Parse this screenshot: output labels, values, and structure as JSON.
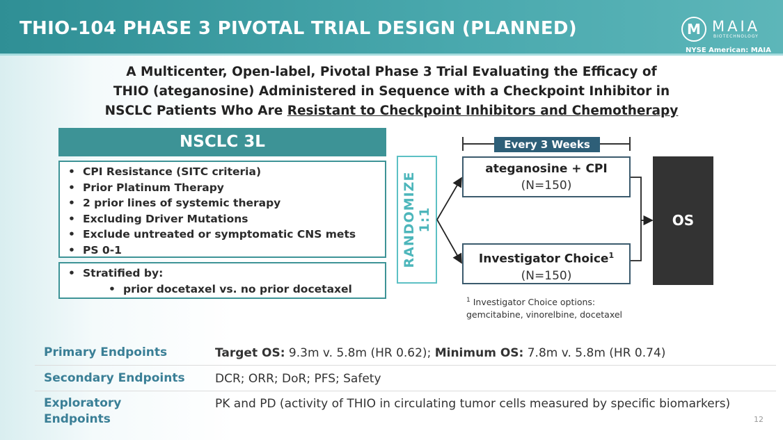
{
  "header": {
    "title": "THIO-104 PHASE 3 PIVOTAL TRIAL DESIGN (PLANNED)",
    "logo_text": "MAIA",
    "logo_sub": "BIOTECHNOLOGY",
    "exchange": "NYSE American: MAIA"
  },
  "subtitle": {
    "line1": "A Multicenter, Open-label, Pivotal Phase 3 Trial Evaluating the Efficacy of",
    "line2": "THIO (ateganosine) Administered in Sequence with a Checkpoint Inhibitor in",
    "line3_prefix": "NSCLC Patients Who Are ",
    "line3_underlined": "Resistant to Checkpoint Inhibitors and Chemotherapy"
  },
  "population": {
    "title": "NSCLC 3L",
    "criteria": [
      "CPI Resistance (SITC criteria)",
      "Prior Platinum Therapy",
      "2 prior lines of systemic therapy",
      "Excluding Driver Mutations",
      "Exclude untreated or symptomatic CNS mets",
      "PS 0-1"
    ],
    "stratified_label": "Stratified by:",
    "stratified_item": "prior docetaxel vs. no prior docetaxel"
  },
  "design": {
    "randomize": "RANDOMIZE",
    "ratio": "1:1",
    "cycle": "Every 3 Weeks",
    "arm1": {
      "name": "ateganosine + CPI",
      "n": "(N=150)"
    },
    "arm2": {
      "name": "Investigator Choice",
      "sup": "1",
      "n": "(N=150)"
    },
    "endpoint": "OS",
    "footnote_sup": "1",
    "footnote_line1": "Investigator Choice options:",
    "footnote_line2": "gemcitabine, vinorelbine, docetaxel"
  },
  "endpoints": {
    "primary": {
      "label": "Primary Endpoints",
      "t1": "Target OS:",
      "v1": " 9.3m v. 5.8m (HR 0.62); ",
      "t2": "Minimum OS:",
      "v2": " 7.8m v. 5.8m (HR 0.74)"
    },
    "secondary": {
      "label": "Secondary Endpoints",
      "value": "DCR; ORR; DoR; PFS; Safety"
    },
    "exploratory": {
      "label_line1": "Exploratory",
      "label_line2": "Endpoints",
      "value": "PK and PD (activity of THIO in circulating tumor cells measured by specific biomarkers)"
    }
  },
  "page_number": "12",
  "colors": {
    "teal": "#3d9396",
    "navy": "#2e5f78",
    "dark": "#333333"
  }
}
